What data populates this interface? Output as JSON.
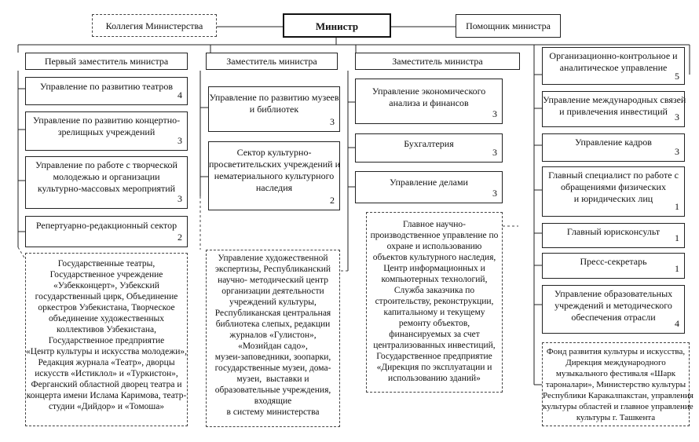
{
  "top": {
    "collegium": "Коллегия Министерства",
    "minister": "Министр",
    "assistant": "Помощник министра"
  },
  "deputies": {
    "first": "Первый заместитель министра",
    "second": "Заместитель министра",
    "third": "Заместитель министра"
  },
  "col1": [
    {
      "label": "Управление по развитию театров",
      "num": "4"
    },
    {
      "label": "Управление по развитию концертно-\nзрелищных учреждений",
      "num": "3"
    },
    {
      "label": "Управление по работе с творческой\nмолодежью и организации\nкультурно-массовых мероприятий",
      "num": "3"
    },
    {
      "label": "Репертуарно-редакционный сектор",
      "num": "2"
    }
  ],
  "col1_sub": "Государственные театры,\nГосударственное учреждение\n«Узбекконцерт», Узбекский\nгосударственный цирк, Объединение\nоркестров Узбекистана, Творческое\nобъединение художественных\nколлективов Узбекистана,\nГосударственное предприятие\n«Центр культуры и искусства молодежи»,\nРедакция журнала «Театр», дворцы\nискусств «Истиклол» и «Туркистон»,\nФерганский областной дворец театра и\nконцерта имени Ислама Каримова, театр-\nстудии «Дийдор» и «Томоша»",
  "col2": [
    {
      "label": "Управление по развитию музеев\nи библиотек",
      "num": "3"
    },
    {
      "label": "Сектор культурно-\nпросветительских учреждений и\nнематериального культурного\nнаследия",
      "num": "2"
    }
  ],
  "col2_sub": "Управление художественной\nэкспертизы, Республиканский\nнаучно- методический центр\nорганизации деятельности\nучреждений культуры,\nРеспубликанская центральная\nбиблиотека слепых, редакции\nжурналов «Гулистон»,\n«Мозийдан садо»,\nмузеи-заповедники, зоопарки,\nгосударственные музеи, дома-\nмузеи,  выставки и\nобразовательные учреждения,\nвходящие\nв систему министерства",
  "col3": [
    {
      "label": "Управление экономического\nанализа и финансов",
      "num": "3"
    },
    {
      "label": "Бухгалтерия",
      "num": "3"
    },
    {
      "label": "Управление делами",
      "num": "3"
    }
  ],
  "col3_sub": "Главное научно-\nпроизводственное управление по\nохране и использованию\nобъектов культурного наследия,\nЦентр информационных и\nкомпьютерных технологий,\nСлужба заказчика по\nстроительству, реконструкции,\nкапитальному и текущему\nремонту объектов,\nфинансируемых за счет\nцентрализованных инвестиций,\nГосударственное предприятие\n«Дирекция по эксплуатации и\nиспользованию зданий»",
  "col4": [
    {
      "label": "Организационно-контрольное и\nаналитическое управление",
      "num": "5"
    },
    {
      "label": "Управление международных связей\nи привлечения инвестиций",
      "num": "3"
    },
    {
      "label": "Управление кадров",
      "num": "3"
    },
    {
      "label": "Главный специалист по работе с\nобращениями физических\nи юридических лиц",
      "num": "1"
    },
    {
      "label": "Главный юрисконсульт",
      "num": "1"
    },
    {
      "label": "Пресс-секретарь",
      "num": "1"
    },
    {
      "label": "Управление образовательных\nучреждений и методического\nобеспечения отрасли",
      "num": "4"
    }
  ],
  "col4_sub": "Фонд развития культуры и искусства,\nДирекция международного\nмузыкального фестиваля «Шарк\nтароналари», Министерство культуры\nРеспублики Каракалпакстан, управления\nкультуры областей и главное управление\nкультуры г. Ташкента"
}
